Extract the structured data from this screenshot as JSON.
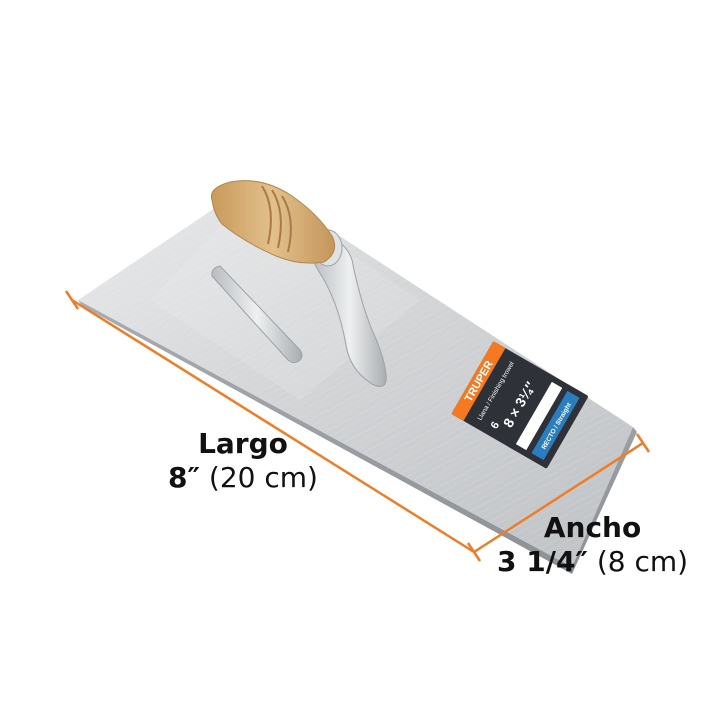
{
  "dimensions": {
    "length": {
      "name": "Largo",
      "imperial": "8″",
      "metric": "(20 cm)"
    },
    "width": {
      "name": "Ancho",
      "imperial": "3 1/4″",
      "metric": "(8 cm)"
    }
  },
  "label": {
    "brand": "TRUPER",
    "product": "Llana / Finishing trowel",
    "tag": "RECTO / Straight",
    "size": "8 × 3¼″",
    "qty": "6"
  },
  "colors": {
    "dimension_line": "#f07c28",
    "steel": "#d4d6d8",
    "wood": "#d9b278",
    "label_bg": "#2e3138",
    "label_accent": "#f47920",
    "tag_blue": "#2a7ec0"
  }
}
